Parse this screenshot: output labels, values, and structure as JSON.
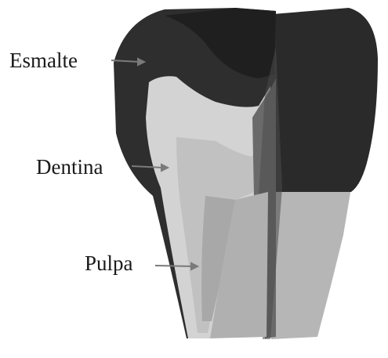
{
  "diagram": {
    "labels": {
      "enamel": "Esmalte",
      "dentin": "Dentina",
      "pulp": "Pulpa"
    },
    "colors": {
      "background": "#ffffff",
      "enamel_dark": "#2b2b2b",
      "enamel_darker": "#1e1e1e",
      "dentin_light": "#d5d5d5",
      "pulp_mid": "#c3c3c3",
      "pulp_core": "#9a9a9a",
      "root_outer": "#b5b5b5",
      "root_section": "#a9a9a9",
      "cut_plane": "#6e6e6e",
      "label_text": "#1a1a1a",
      "arrow": "#7a7a7a"
    }
  }
}
